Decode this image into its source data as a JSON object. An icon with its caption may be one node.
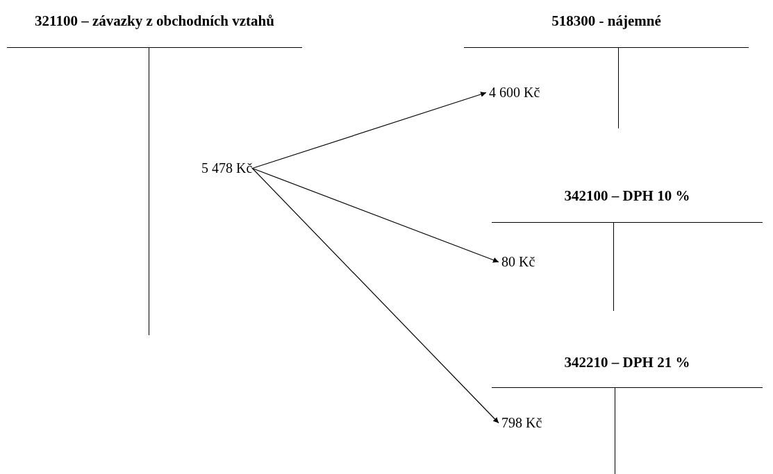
{
  "diagram": {
    "nodes": [
      {
        "text": [
          "321100 – závazky z obchodních vztahů"
        ]
      },
      {
        "text": [
          "5 478 Kč"
        ],
        "in": 0
      },
      {
        "text": [
          "518300 - nájemné"
        ]
      },
      {
        "text": [
          "4 600 Kč"
        ],
        "in": 2
      },
      {
        "text": [
          "342100 – DPH 10 %"
        ]
      },
      {
        "text": [
          "80 Kč"
        ],
        "in": 4
      },
      {
        "text": [
          "342210 – DPH 21 %"
        ]
      },
      {
        "text": [
          "798 Kč"
        ],
        "in": 6
      }
    ],
    "edges": [
      {
        "from": 1,
        "to": 3,
        "arrow": "to"
      },
      {
        "from": 1,
        "to": 5,
        "arrow": "to"
      },
      {
        "from": 1,
        "to": 7,
        "arrow": "to"
      }
    ]
  }
}
